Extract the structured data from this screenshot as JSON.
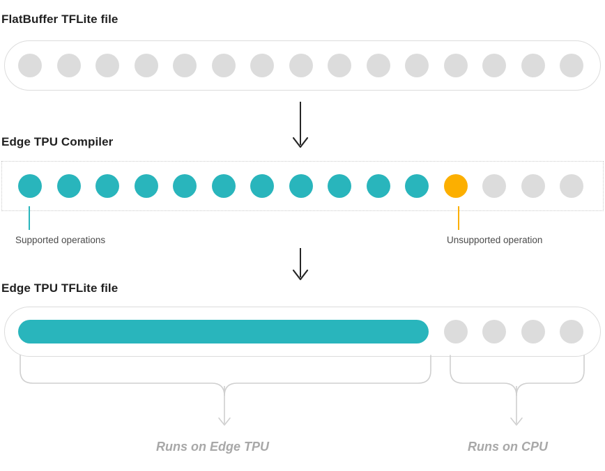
{
  "diagram": {
    "title_hidden": "Edge TPU Compiler operation partitioning",
    "colors": {
      "teal": "#29b5bc",
      "orange": "#fcaf00",
      "gray": "#dcdcdc",
      "heading_text": "#212121",
      "legend_text": "#4b4b4b",
      "runs_text": "#a8a8a8",
      "container_border": "#dcdcdc",
      "dotted_border": "#c9c9c9",
      "arrow_dark": "#262626",
      "brace_gray": "#cfcfcf"
    }
  },
  "sections": {
    "flatbuffer": {
      "heading": "FlatBuffer TFLite file",
      "ops": [
        "gray",
        "gray",
        "gray",
        "gray",
        "gray",
        "gray",
        "gray",
        "gray",
        "gray",
        "gray",
        "gray",
        "gray",
        "gray",
        "gray",
        "gray"
      ],
      "op_count": 15
    },
    "compiler": {
      "heading": "Edge TPU Compiler",
      "ops": [
        "teal",
        "teal",
        "teal",
        "teal",
        "teal",
        "teal",
        "teal",
        "teal",
        "teal",
        "teal",
        "teal",
        "orange",
        "gray",
        "gray",
        "gray"
      ],
      "op_count": 15,
      "supported_count": 11,
      "unsupported_count": 1,
      "trailing_gray_count": 3
    },
    "edgetpu": {
      "heading": "Edge TPU TFLite file",
      "fused_pill_span": 11,
      "ops": [
        "pill",
        "gray",
        "gray",
        "gray",
        "gray"
      ],
      "op_count": 5
    }
  },
  "legend": {
    "supported": {
      "label": "Supported operations",
      "color": "#29b5bc",
      "tick_icon": "vertical-tick"
    },
    "unsupported": {
      "label": "Unsupported operation",
      "color": "#fcaf00",
      "tick_icon": "vertical-tick"
    }
  },
  "flow": {
    "arrow_1_icon": "arrow-down",
    "arrow_2_icon": "arrow-down"
  },
  "outcomes": {
    "edge_tpu": {
      "label": "Runs on Edge TPU",
      "brace_icon": "curly-brace-down",
      "arrow_icon": "arrow-down-light"
    },
    "cpu": {
      "label": "Runs on CPU",
      "brace_icon": "curly-brace-down",
      "arrow_icon": "arrow-down-light"
    }
  }
}
